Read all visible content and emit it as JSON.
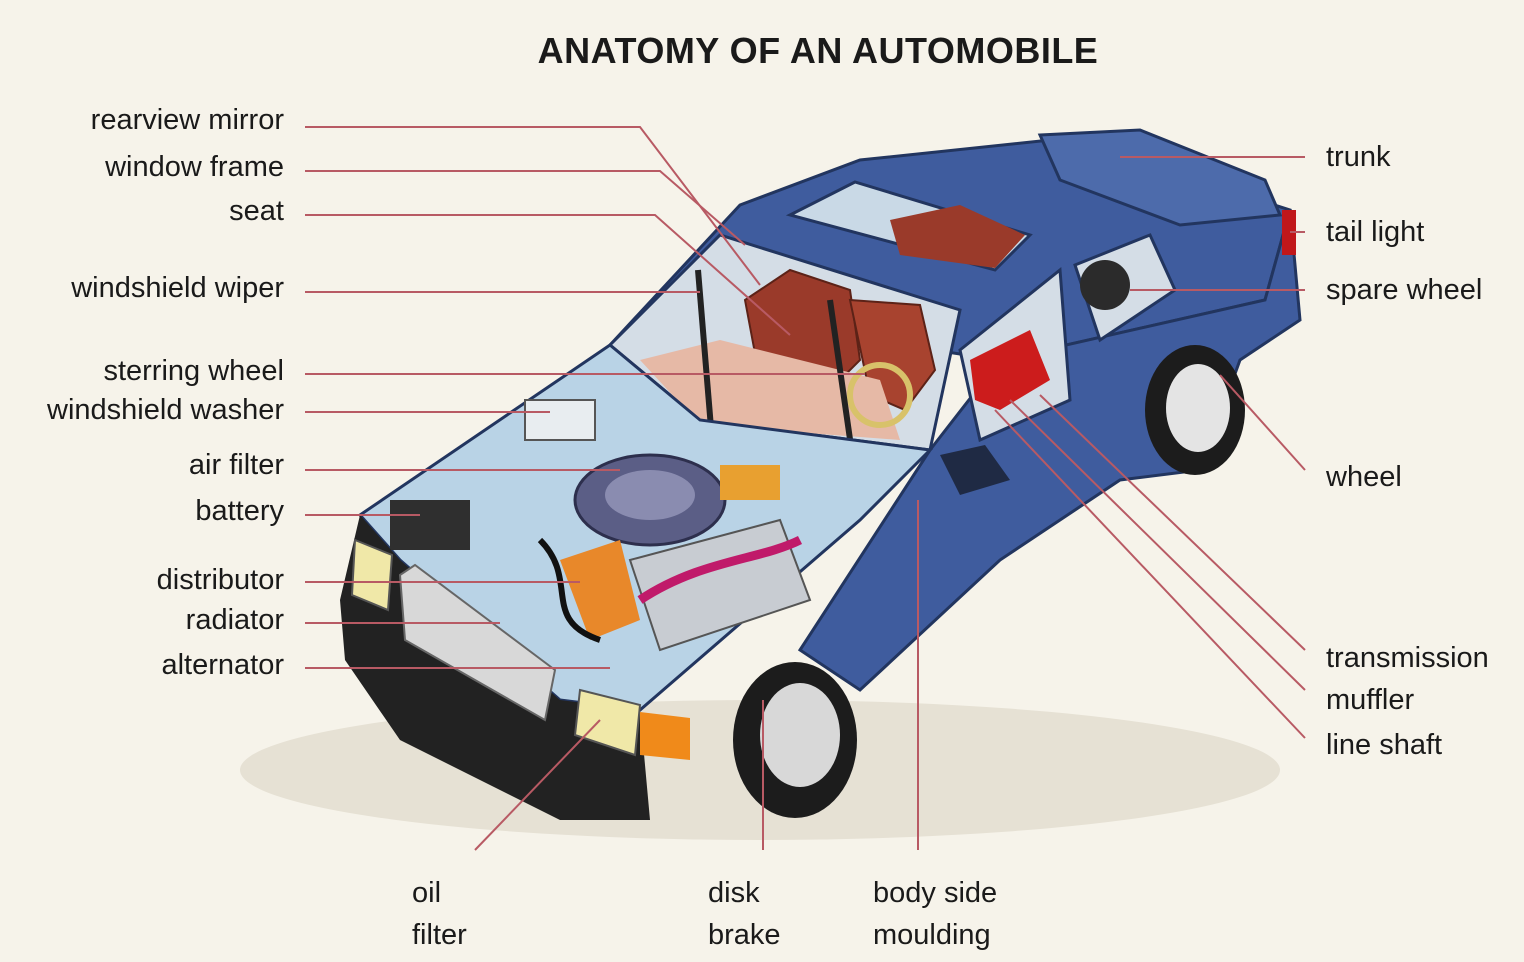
{
  "title": "ANATOMY OF AN AUTOMOBILE",
  "colors": {
    "body": "#3f5c9e",
    "body_dark": "#2c447c",
    "body_light": "#5a78b8",
    "leader": "#b85a64",
    "interior": "#9a3a2a",
    "engine_bay": "#b9d3e6",
    "background": "#f6f3ea"
  },
  "labels_left": [
    {
      "id": "rearview-mirror",
      "text": "rearview mirror"
    },
    {
      "id": "window-frame",
      "text": "window frame"
    },
    {
      "id": "seat",
      "text": "seat"
    },
    {
      "id": "windshield-wiper",
      "text": "windshield wiper"
    },
    {
      "id": "sterring-wheel",
      "text": "sterring wheel"
    },
    {
      "id": "windshield-washer",
      "text": "windshield washer"
    },
    {
      "id": "air-filter",
      "text": "air filter"
    },
    {
      "id": "battery",
      "text": "battery"
    },
    {
      "id": "distributor",
      "text": "distributor"
    },
    {
      "id": "radiator",
      "text": "radiator"
    },
    {
      "id": "alternator",
      "text": "alternator"
    }
  ],
  "labels_right": [
    {
      "id": "trunk",
      "text": "trunk"
    },
    {
      "id": "tail-light",
      "text": "tail light"
    },
    {
      "id": "spare-wheel",
      "text": "spare wheel"
    },
    {
      "id": "wheel",
      "text": "wheel"
    },
    {
      "id": "transmission",
      "text": "transmission"
    },
    {
      "id": "muffler",
      "text": "muffler"
    },
    {
      "id": "line-shaft",
      "text": "line shaft"
    }
  ],
  "labels_bottom": [
    {
      "id": "oil-filter",
      "lines": [
        "oil",
        "filter"
      ]
    },
    {
      "id": "disk-brake",
      "lines": [
        "disk",
        "brake"
      ]
    },
    {
      "id": "body-side-moulding",
      "lines": [
        "body side",
        "moulding"
      ]
    }
  ]
}
